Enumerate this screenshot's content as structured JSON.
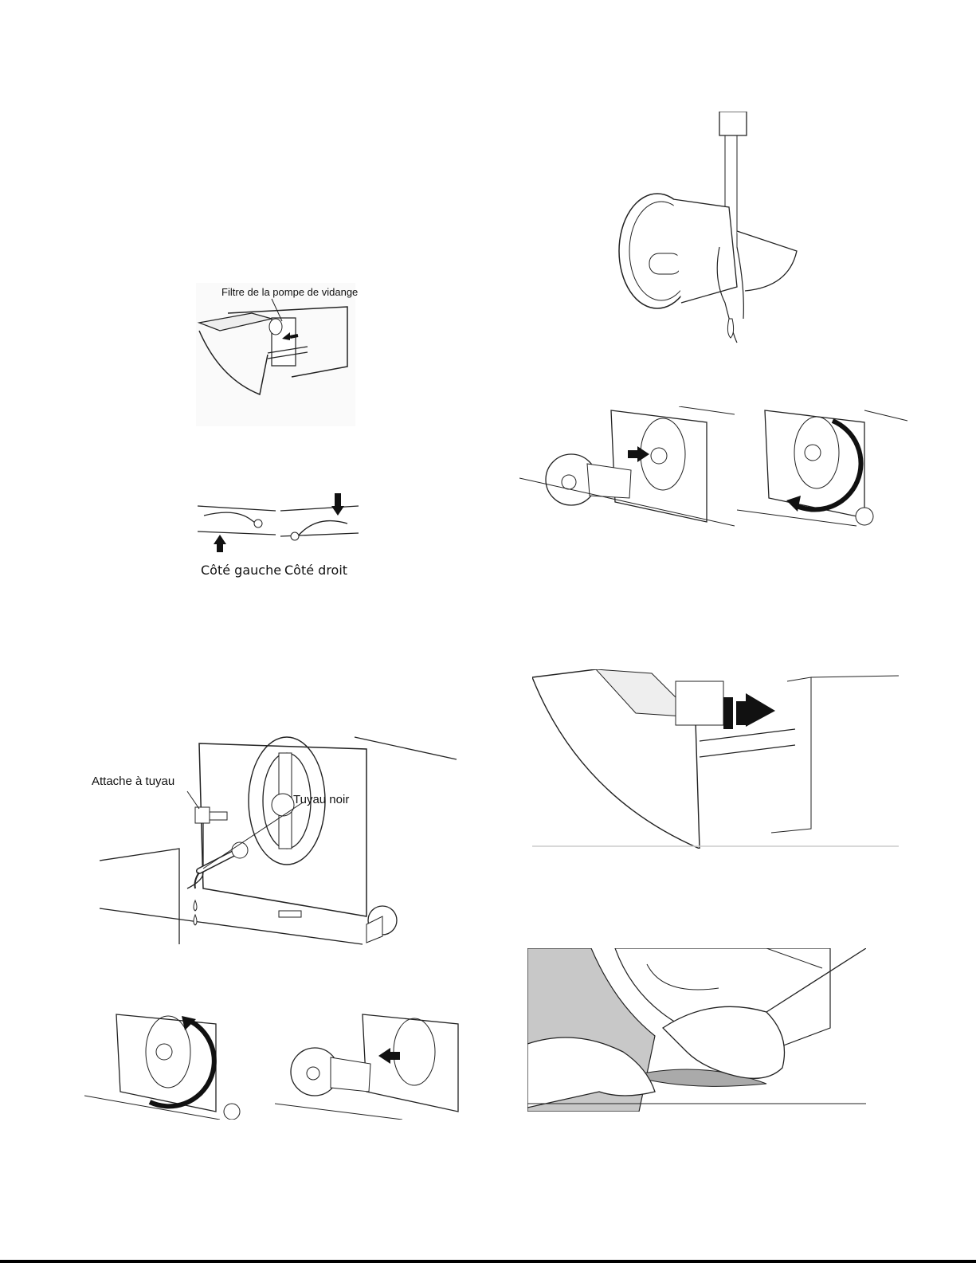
{
  "figures": {
    "drain_filter": {
      "label": "Filtre de la pompe de vidange"
    },
    "sides": {
      "left_label": "Côté gauche",
      "right_label": "Côté droit"
    },
    "hose": {
      "clip_label": "Attache à tuyau",
      "hose_label": "Tuyau noir"
    }
  },
  "colors": {
    "line": "#222222",
    "arrow": "#111111",
    "shade": "#dddddd"
  }
}
